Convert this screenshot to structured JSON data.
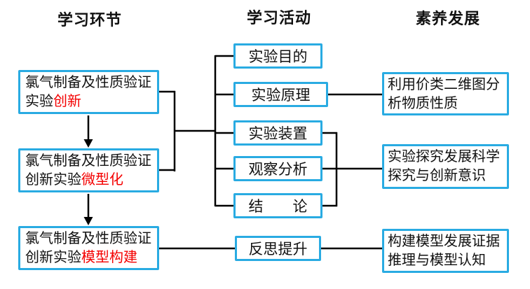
{
  "colors": {
    "box_border": "#29abe2",
    "line": "#000000",
    "accent_red": "#f40000"
  },
  "headers": [
    {
      "label": "学习环节"
    },
    {
      "label": "学习活动"
    },
    {
      "label": "素养发展"
    }
  ],
  "stage_boxes": [
    {
      "line1": "氯气制备及性质验证",
      "line2_prefix": "实验",
      "line2_highlight": "创新"
    },
    {
      "line1": "氯气制备及性质验证",
      "line2_prefix": "创新实验",
      "line2_highlight": "微型化"
    },
    {
      "line1": "氯气制备及性质验证",
      "line2_prefix": "创新实验",
      "line2_highlight": "模型构建"
    }
  ],
  "activity_boxes": [
    {
      "label": "实验目的"
    },
    {
      "label": "实验原理"
    },
    {
      "label": "实验装置"
    },
    {
      "label": "观察分析"
    },
    {
      "label": "结　　论"
    },
    {
      "label": "反思提升"
    }
  ],
  "outcome_boxes": [
    {
      "label": "利用价类二维图分析物质性质"
    },
    {
      "label": "实验探究发展科学探究与创新意识"
    },
    {
      "label": "构建模型发展证据推理与模型认知"
    }
  ]
}
